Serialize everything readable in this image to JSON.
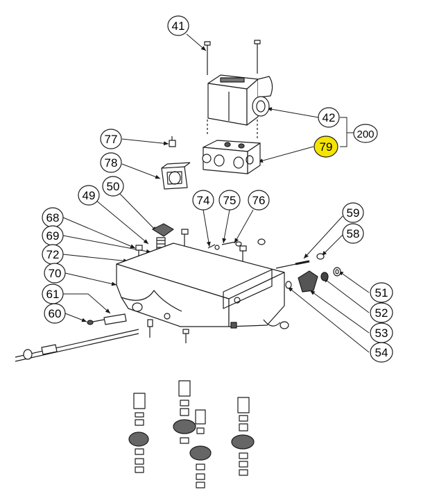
{
  "diagram": {
    "callouts": [
      {
        "id": "41",
        "label": "41"
      },
      {
        "id": "42",
        "label": "42"
      },
      {
        "id": "200",
        "label": "200"
      },
      {
        "id": "79",
        "label": "79",
        "highlighted": true
      },
      {
        "id": "77",
        "label": "77"
      },
      {
        "id": "78",
        "label": "78"
      },
      {
        "id": "49",
        "label": "49"
      },
      {
        "id": "50",
        "label": "50"
      },
      {
        "id": "74",
        "label": "74"
      },
      {
        "id": "75",
        "label": "75"
      },
      {
        "id": "76",
        "label": "76"
      },
      {
        "id": "68",
        "label": "68"
      },
      {
        "id": "69",
        "label": "69"
      },
      {
        "id": "72",
        "label": "72"
      },
      {
        "id": "70",
        "label": "70"
      },
      {
        "id": "61",
        "label": "61"
      },
      {
        "id": "60",
        "label": "60"
      },
      {
        "id": "59",
        "label": "59"
      },
      {
        "id": "58",
        "label": "58"
      },
      {
        "id": "51",
        "label": "51"
      },
      {
        "id": "52",
        "label": "52"
      },
      {
        "id": "53",
        "label": "53"
      },
      {
        "id": "54",
        "label": "54"
      }
    ]
  },
  "colors": {
    "line": "#1a1a1a",
    "highlight": "#f5e400",
    "background": "#ffffff"
  }
}
